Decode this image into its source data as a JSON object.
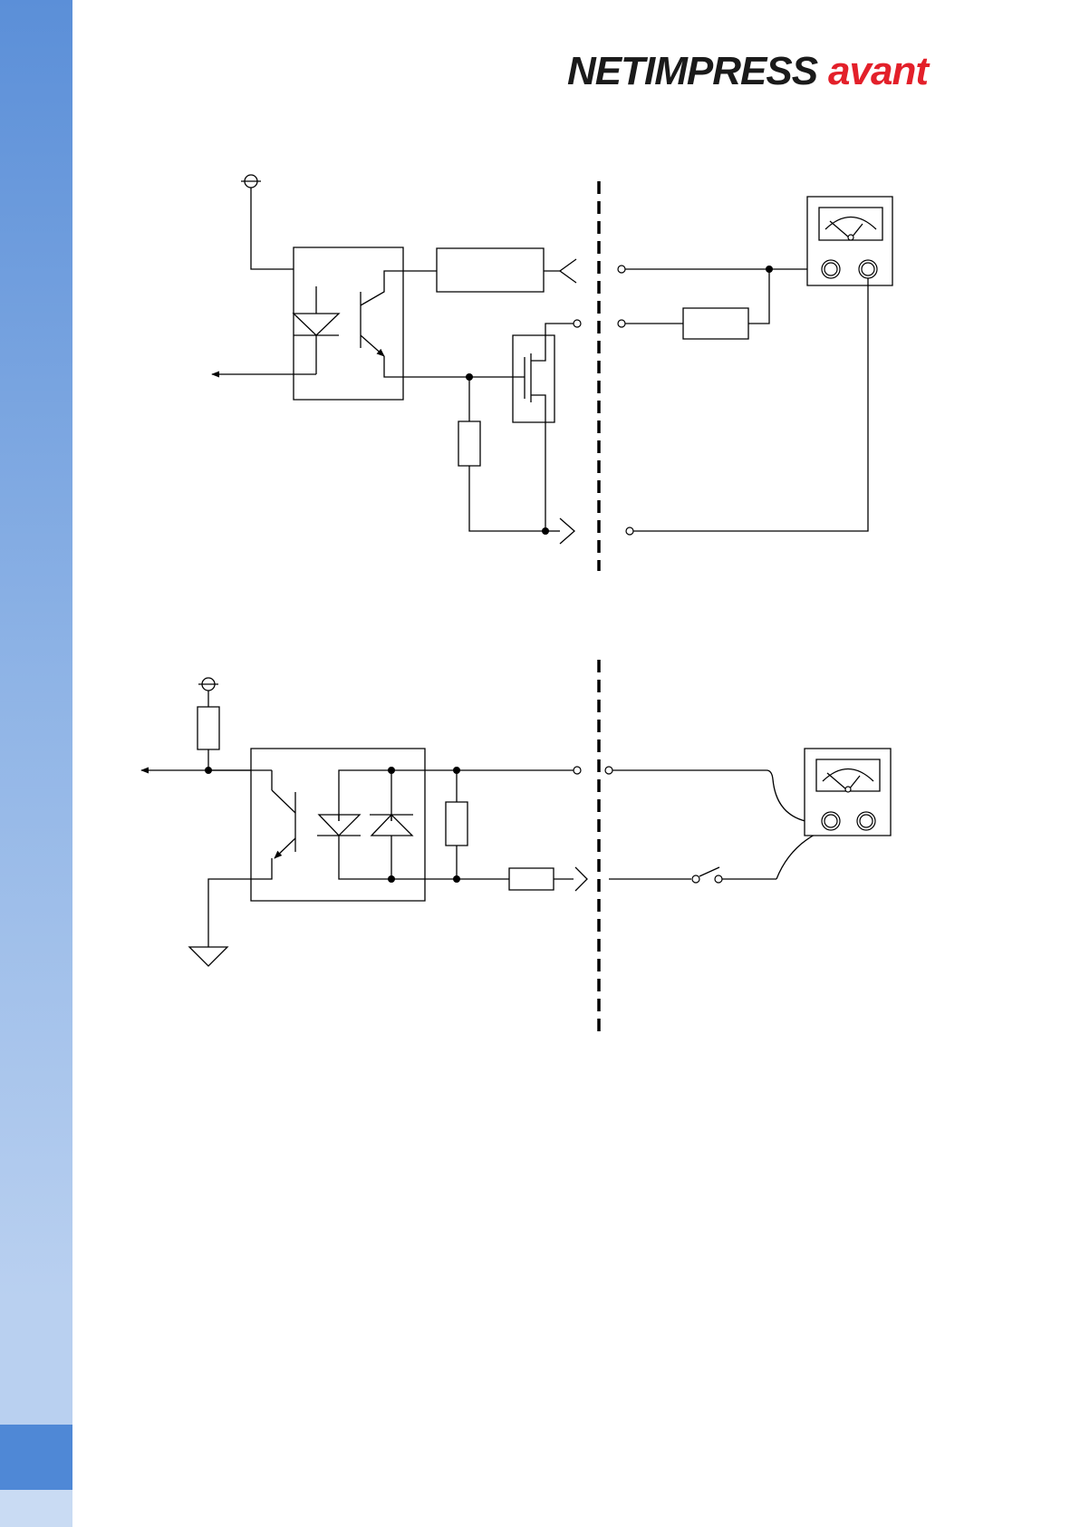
{
  "header": {
    "brand": "NETIMPRESS",
    "product": "avant",
    "product_color": "#e3202a"
  },
  "sidebar": {
    "color_top": "#5b8fd8",
    "color_bottom": "#b9d0f0",
    "tab_color": "#4f88d6"
  },
  "diagrams": [
    {
      "name": "output-circuit-with-meter"
    },
    {
      "name": "input-circuit-with-meter-and-switch"
    }
  ]
}
